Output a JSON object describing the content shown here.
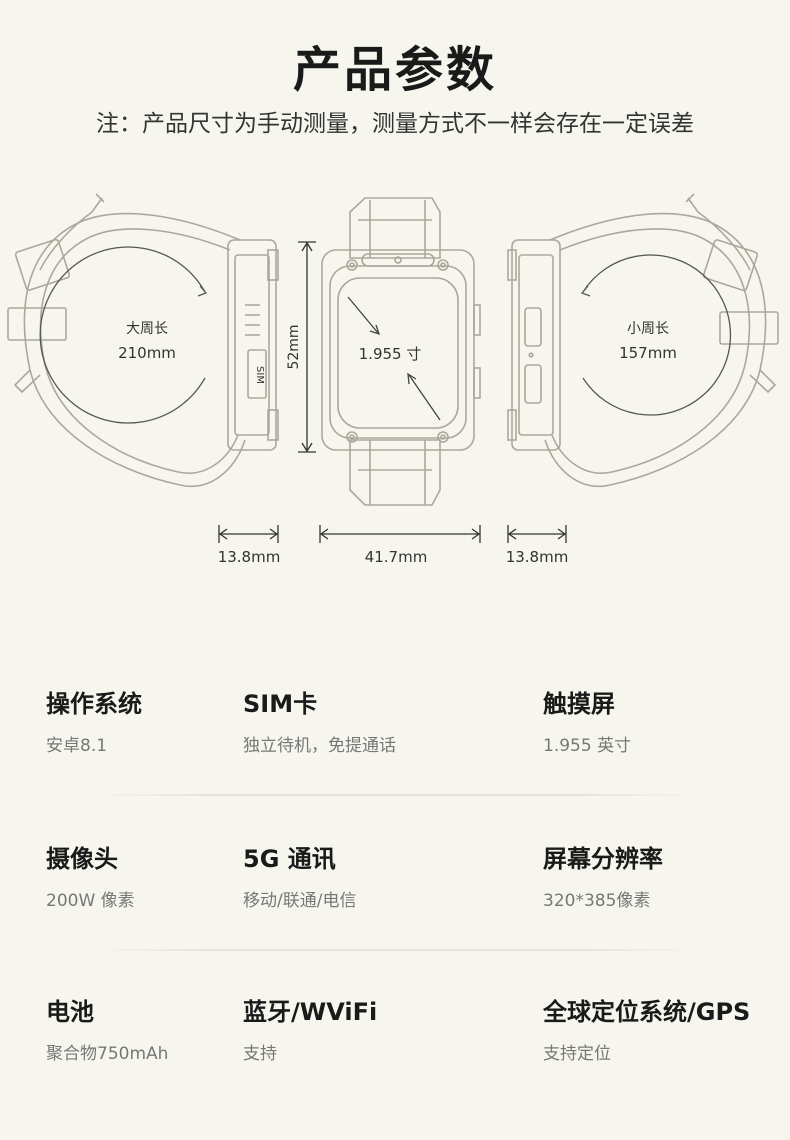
{
  "header": {
    "title": "产品参数",
    "note": "注：产品尺寸为手动测量，测量方式不一样会存在一定误差"
  },
  "diagram": {
    "large_circ_label": "大周长",
    "large_circ_value": "210mm",
    "small_circ_label": "小周长",
    "small_circ_value": "157mm",
    "height": "52mm",
    "screen_size": "1.955 寸",
    "sim_text": "SIM",
    "left_thickness": "13.8mm",
    "width": "41.7mm",
    "right_thickness": "13.8mm"
  },
  "specs": [
    {
      "title": "操作系统",
      "value": "安卓8.1"
    },
    {
      "title": "SIM卡",
      "value": "独立待机，免提通话"
    },
    {
      "title": "触摸屏",
      "value": "1.955 英寸"
    },
    {
      "title": "摄像头",
      "value": "200W 像素"
    },
    {
      "title": "5G 通讯",
      "value": "移动/联通/电信"
    },
    {
      "title": "屏幕分辨率",
      "value": "320*385像素"
    },
    {
      "title": "电池",
      "value": "聚合物750mAh"
    },
    {
      "title": "蓝牙/WViFi",
      "value": "支持"
    },
    {
      "title": "全球定位系统/GPS",
      "value": "支持定位"
    }
  ],
  "colors": {
    "background": "#f7f6ee",
    "line_art": "#aaa89c",
    "title": "#1a1a1a",
    "value": "#777777"
  }
}
